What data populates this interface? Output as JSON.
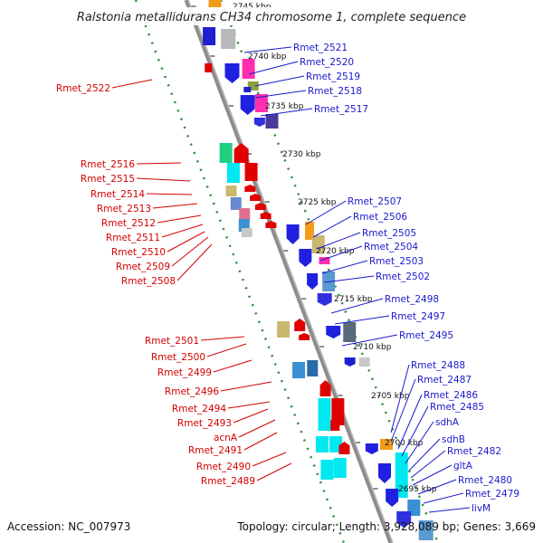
{
  "title": "Ralstonia metallidurans CH34 chromosome 1, complete sequence",
  "footer": {
    "accession": "Accession: NC_007973",
    "topology": "Topology: circular; Length: 3,928,089 bp; Genes: 3,669"
  },
  "ticks": [
    "2745 kbp",
    "2740 kbp",
    "2735 kbp",
    "2730 kbp",
    "2725 kbp",
    "2720 kbp",
    "2715 kbp",
    "2710 kbp",
    "2705 kbp",
    "2700 kbp",
    "2695 kbp"
  ],
  "colors": {
    "minus_strand_label": "#d40000",
    "plus_strand_label": "#1a1acc",
    "backbone": "#8c8c8c",
    "dotted_ring": "#2a8c2a"
  },
  "genes_left": [
    "Rmet_2522",
    "Rmet_2516",
    "Rmet_2515",
    "Rmet_2514",
    "Rmet_2513",
    "Rmet_2512",
    "Rmet_2511",
    "Rmet_2510",
    "Rmet_2509",
    "Rmet_2508",
    "Rmet_2501",
    "Rmet_2500",
    "Rmet_2499",
    "Rmet_2496",
    "Rmet_2494",
    "Rmet_2493",
    "acnA",
    "Rmet_2491",
    "Rmet_2490",
    "Rmet_2489"
  ],
  "genes_right": [
    "Rmet_2521",
    "Rmet_2520",
    "Rmet_2519",
    "Rmet_2518",
    "Rmet_2517",
    "Rmet_2507",
    "Rmet_2506",
    "Rmet_2505",
    "Rmet_2504",
    "Rmet_2503",
    "Rmet_2502",
    "Rmet_2498",
    "Rmet_2497",
    "Rmet_2495",
    "Rmet_2488",
    "Rmet_2487",
    "Rmet_2486",
    "Rmet_2485",
    "sdhA",
    "sdhB",
    "Rmet_2482",
    "gltA",
    "Rmet_2480",
    "Rmet_2479",
    "livM"
  ]
}
